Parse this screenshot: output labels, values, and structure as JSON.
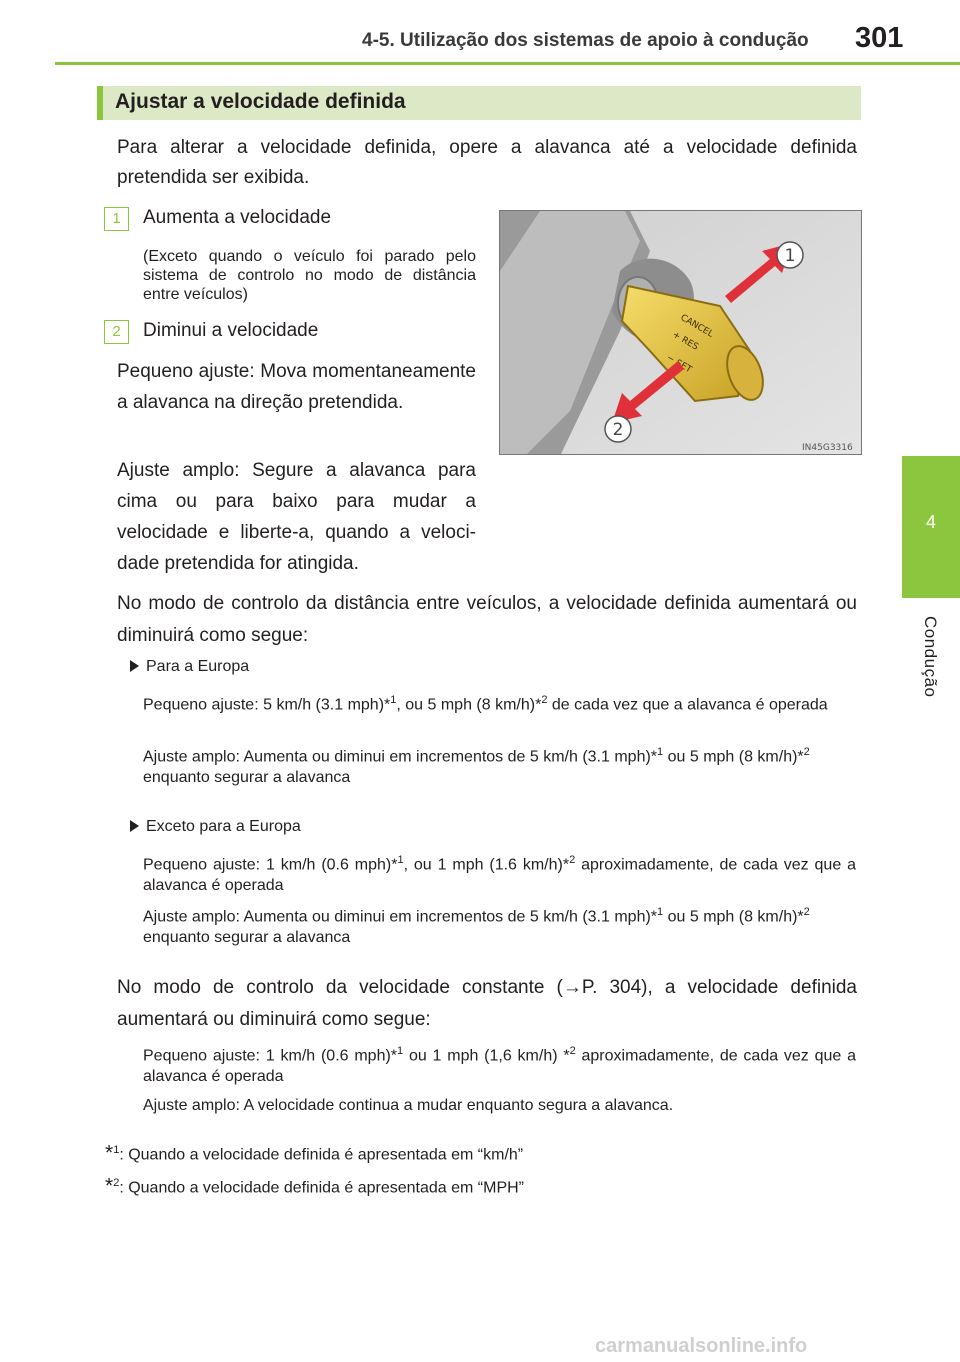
{
  "header": {
    "section_title": "4-5. Utilização dos sistemas de apoio à condução",
    "page_number": "301"
  },
  "side_tab": {
    "number": "4",
    "label": "Condução"
  },
  "section": {
    "title": "Ajustar a velocidade definida",
    "intro": "Para alterar a velocidade definida, opere a alavanca até a velocidade definida pretendida ser exibida."
  },
  "item1": {
    "number": "1",
    "label": "Aumenta a velocidade",
    "note": "(Exceto quando o veículo foi parado pelo sistema de controlo no modo de distância entre veículos)"
  },
  "item2": {
    "number": "2",
    "label": "Diminui a velocidade",
    "small": "Pequeno ajuste: Mova momentanea­mente a alavanca na direção preten­dida.",
    "large": "Ajuste amplo: Segure a alavanca para cima ou para baixo para mudar a velocidade e liberte-a, quando a veloci­dade pretendida for atingida."
  },
  "figure": {
    "callout1": "1",
    "callout2": "2",
    "code": "IN45G3316",
    "lever_text_1": "CANCEL",
    "lever_text_2": "+ RES",
    "lever_text_3": "− SET"
  },
  "distance_mode": {
    "intro": "No modo de controlo da distância entre veículos, a velocidade definida aumen­tará ou diminuirá como segue:",
    "europe": {
      "heading": "Para a Europa",
      "small_a": "Pequeno ajuste: 5 km/h (3.1 mph)*",
      "small_sup1": "1",
      "small_b": ", ou 5 mph (8 km/h)*",
      "small_sup2": "2",
      "small_c": " de cada vez que a alavanca é operada",
      "large_a": "Ajuste amplo: Aumenta ou diminui em incrementos de 5 km/h (3.1 mph)*",
      "large_sup1": "1",
      "large_b": " ou 5 mph (8 km/h)*",
      "large_sup2": "2",
      "large_c": " enquanto segurar a alavanca"
    },
    "except": {
      "heading": "Exceto para a Europa",
      "small_a": "Pequeno ajuste: 1 km/h (0.6 mph)*",
      "small_sup1": "1",
      "small_b": ", ou 1 mph (1.6 km/h)*",
      "small_sup2": "2",
      "small_c": " aproximadamente, de cada vez que a alavanca é operada",
      "large_a": "Ajuste amplo: Aumenta ou diminui em incrementos de 5 km/h (3.1 mph)*",
      "large_sup1": "1",
      "large_b": " ou 5 mph (8 km/h)*",
      "large_sup2": "2",
      "large_c": " enquanto segurar a alavanca"
    }
  },
  "constant_mode": {
    "intro": "No modo de controlo da velocidade constante (→P. 304), a velocidade defi­nida aumentará ou diminuirá como segue:",
    "small_a": "Pequeno ajuste: 1 km/h (0.6 mph)*",
    "small_sup1": "1",
    "small_b": " ou 1 mph (1,6 km/h) *",
    "small_sup2": "2",
    "small_c": " aproximadamente, de cada vez que a alavanca é operada",
    "large": "Ajuste amplo: A velocidade continua a mudar enquanto segura a alavanca."
  },
  "footnotes": [
    {
      "mark": "*",
      "sup": "1",
      "text": ":  Quando a velocidade definida é apresentada em “km/h”"
    },
    {
      "mark": "*",
      "sup": "2",
      "text": ":  Quando a velocidade definida é apresentada em “MPH”"
    }
  ],
  "watermark": "carmanualsonline.info",
  "colors": {
    "accent": "#8cc63f",
    "section_bg": "#dde9c6",
    "arrow": "#e0303a",
    "lever": "#e8c23a"
  }
}
